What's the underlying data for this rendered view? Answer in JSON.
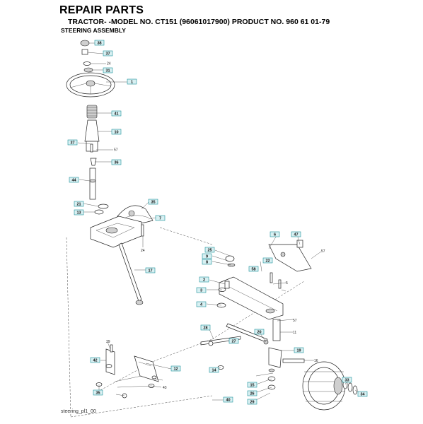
{
  "header": {
    "title": "REPAIR PARTS",
    "subtitle": "TRACTOR- -MODEL NO. CT151 (96061017900) PRODUCT NO. 960 61 01-79",
    "section": "STEERING ASSEMBLY"
  },
  "footer": {
    "filename": "steering_pl1_00"
  },
  "callouts": {
    "c38": "38",
    "c37a": "37",
    "c24a": "24",
    "c31": "31",
    "c1": "1",
    "c41": "41",
    "c10": "10",
    "c37b": "37",
    "c57a": "57",
    "c36": "36",
    "c44": "44",
    "c21": "21",
    "c13": "13",
    "c35": "35",
    "c7": "7",
    "c24b": "24",
    "c17": "17",
    "c25": "25",
    "c9": "9",
    "c8": "8",
    "c58": "58",
    "c22": "22",
    "c6": "6",
    "c47": "47",
    "c57b": "57",
    "c2": "2",
    "c3": "3",
    "c4": "4",
    "c5": "5",
    "c57c": "57",
    "c11": "11",
    "c28": "28",
    "c20": "20",
    "c27": "27",
    "c19": "19",
    "c14": "14",
    "c15": "15",
    "c26": "26",
    "c29": "29",
    "c40": "40",
    "c16": "16",
    "c33": "33",
    "c34": "34",
    "c39": "39",
    "c42": "42",
    "c35b": "35",
    "c12": "12",
    "c43": "43"
  }
}
